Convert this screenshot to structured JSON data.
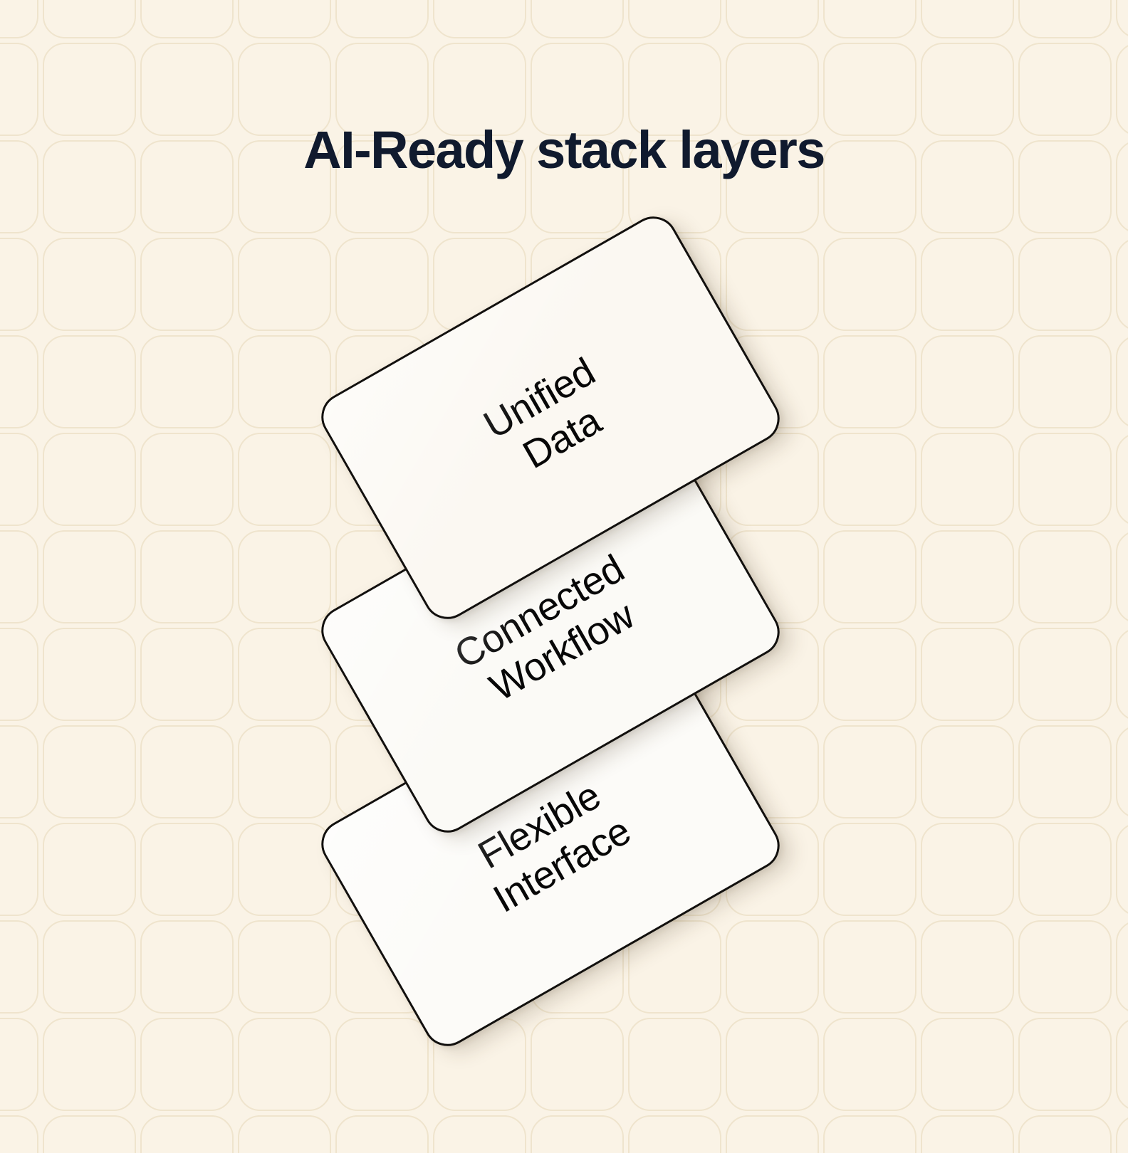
{
  "page": {
    "title": "AI-Ready stack layers",
    "background_color": "#faf3e6",
    "grid_line_color": "#f0e6d2",
    "title_color": "#101a2e"
  },
  "diagram": {
    "type": "layered-stack",
    "rotation_degrees": -29.8,
    "card_border_color": "#12100e",
    "card_fill_color": "#fbfaf6",
    "card_text_color": "#070707",
    "layers": [
      {
        "id": "layer-unified-data",
        "line1": "Unified",
        "line2": "Data",
        "label": "Unified Data",
        "order": 1
      },
      {
        "id": "layer-connected-workflow",
        "line1": "Connected",
        "line2": "Workflow",
        "label": "Connected Workflow",
        "order": 2
      },
      {
        "id": "layer-flexible-interface",
        "line1": "Flexible",
        "line2": "Interface",
        "label": "Flexible Interface",
        "order": 3
      }
    ]
  }
}
